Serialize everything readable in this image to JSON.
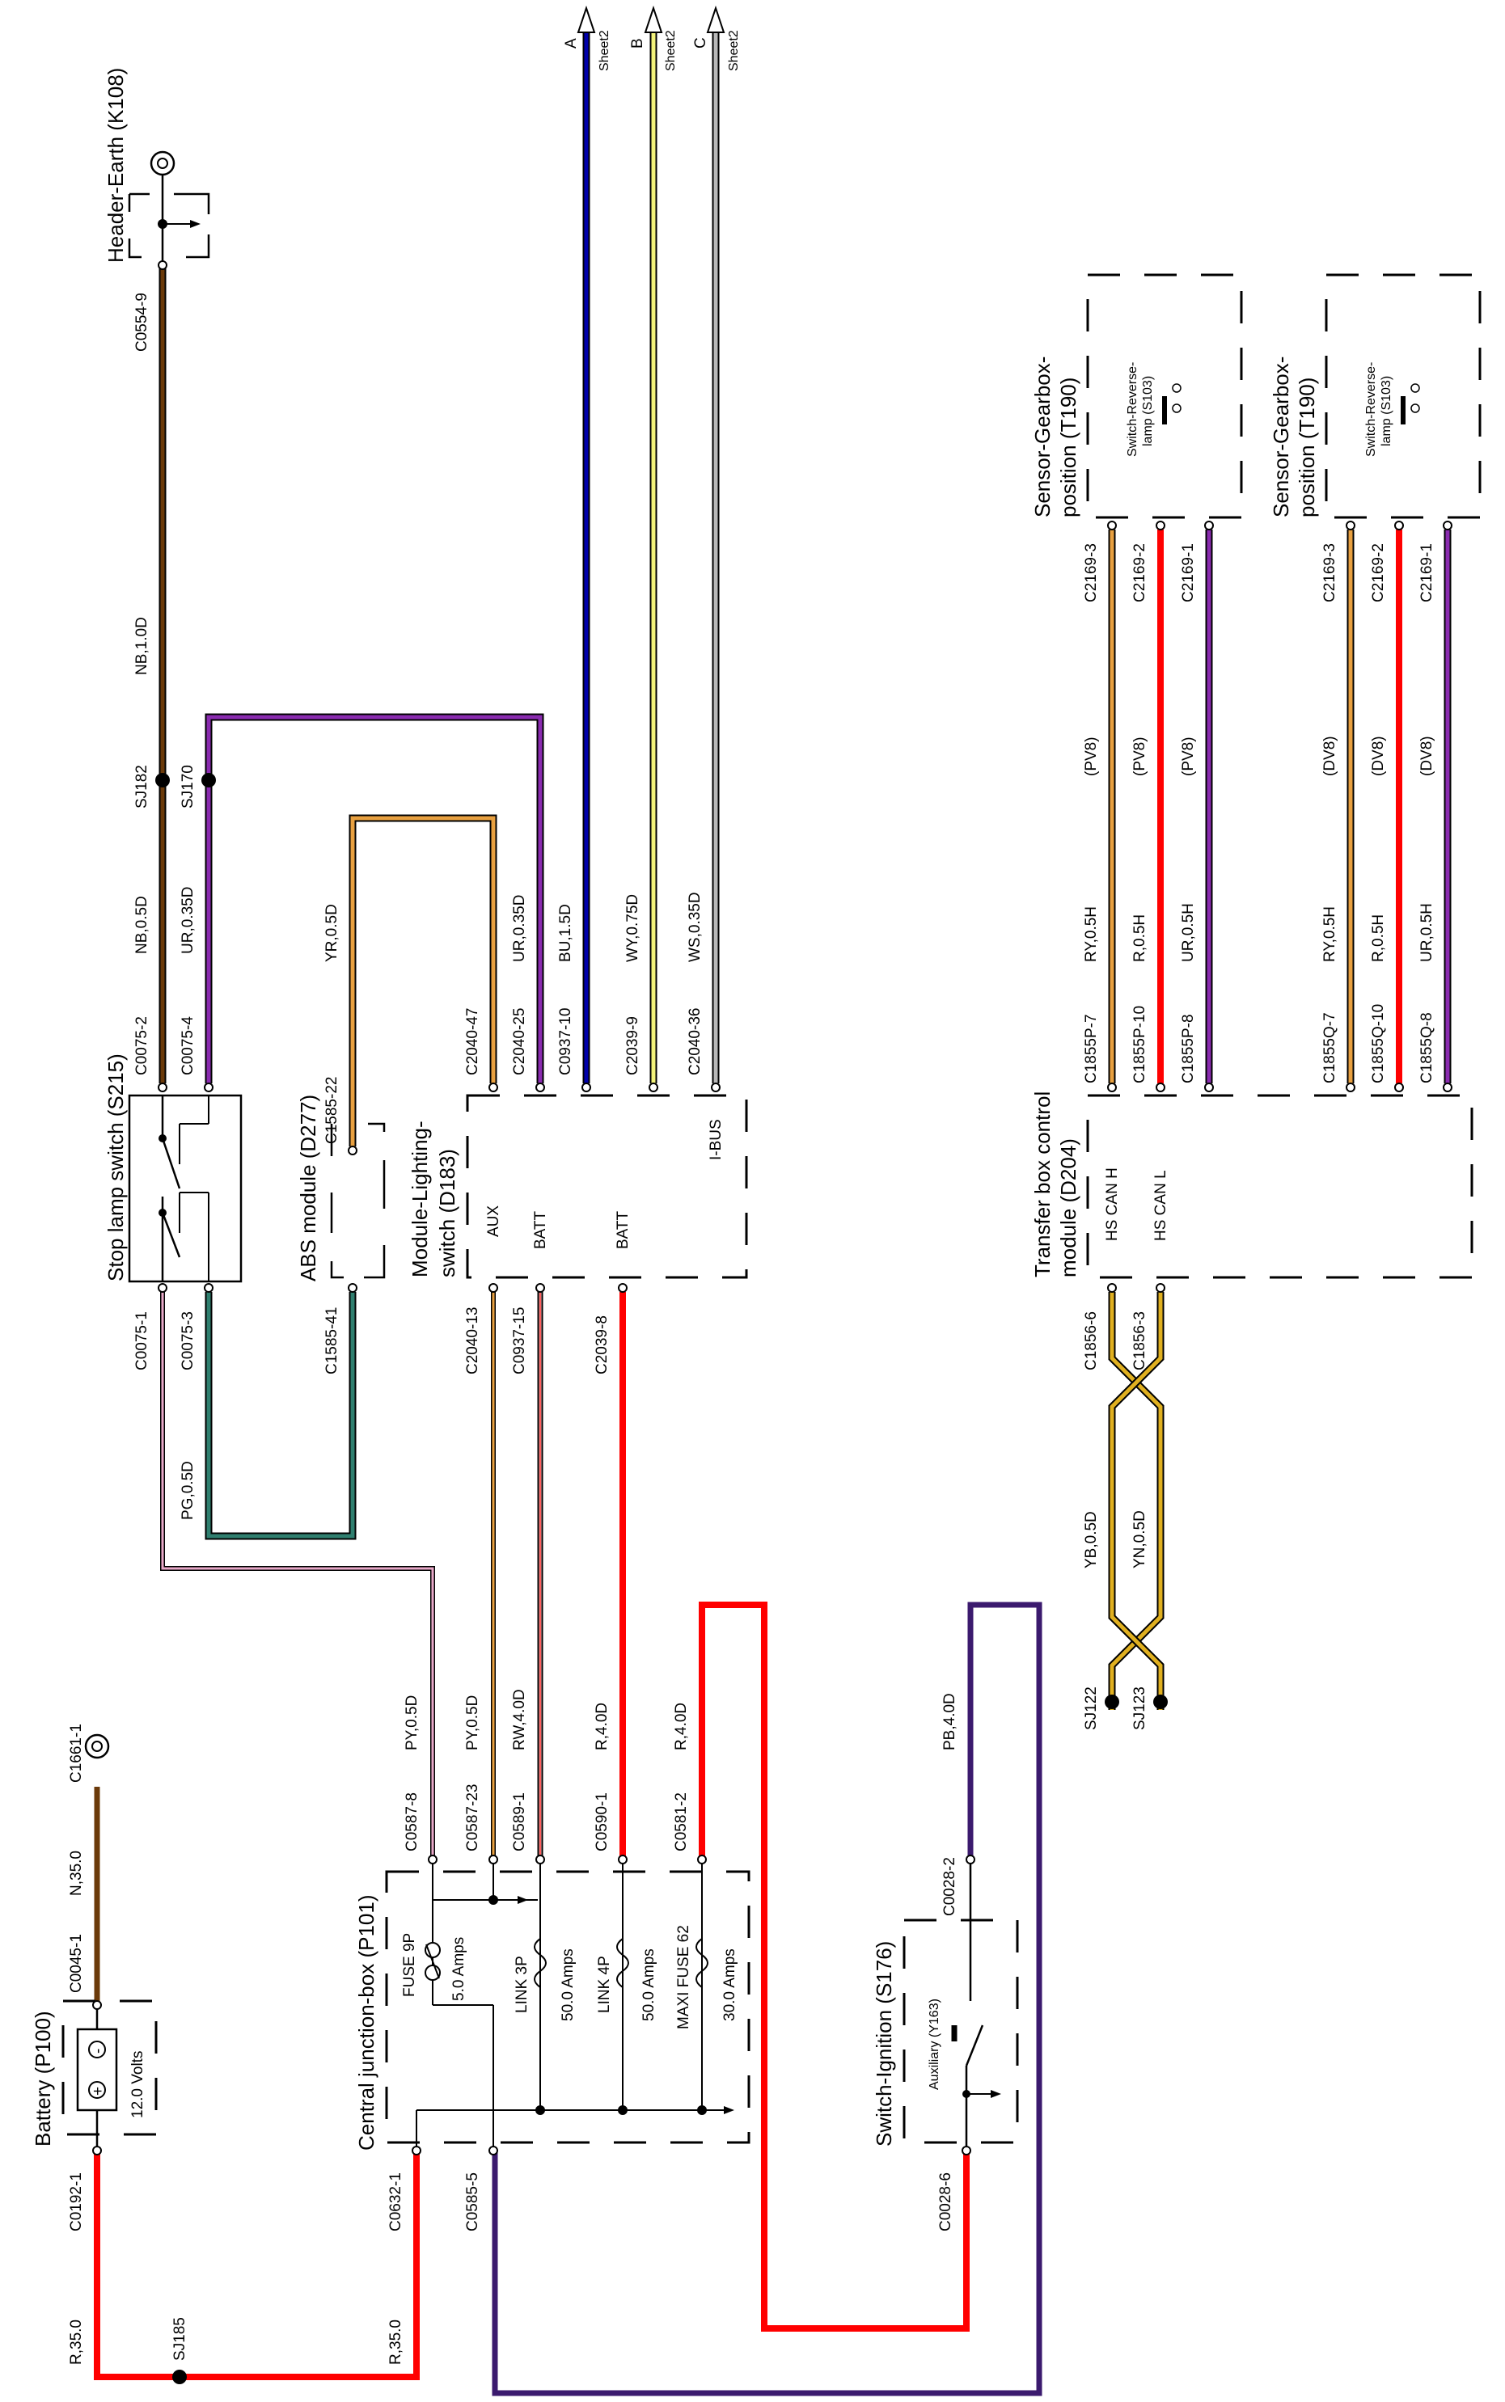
{
  "components": {
    "battery": {
      "title": "Battery (P100)",
      "voltage": "12.0 Volts",
      "plus": "+",
      "minus": "-"
    },
    "header_earth": {
      "title": "Header-Earth (K108)"
    },
    "stop_lamp_switch": {
      "title": "Stop lamp switch (S215)"
    },
    "abs_module": {
      "title": "ABS module (D277)"
    },
    "lighting_switch": {
      "title_line1": "Module-Lighting-",
      "title_line2": "switch (D183)",
      "pin_aux": "AUX",
      "pin_batt1": "BATT",
      "pin_batt2": "BATT",
      "pin_ibus": "I-BUS"
    },
    "central_junction": {
      "title": "Central junction-box (P101)",
      "fuse1_name": "FUSE 9P",
      "fuse1_rating": "5.0 Amps",
      "fuse2_name": "LINK 3P",
      "fuse2_rating": "50.0 Amps",
      "fuse3_name": "LINK 4P",
      "fuse3_rating": "50.0 Amps",
      "fuse4_name": "MAXI FUSE 62",
      "fuse4_rating": "30.0 Amps"
    },
    "ignition_switch": {
      "title": "Switch-Ignition (S176)",
      "aux_label": "Auxiliary (Y163)"
    },
    "transfer_box": {
      "title_line1": "Transfer box control",
      "title_line2": "module (D204)",
      "pin_can_h": "HS CAN H",
      "pin_can_l": "HS CAN L"
    },
    "gearbox_sensor_1": {
      "title_line1": "Sensor-Gearbox-",
      "title_line2": "position (T190)",
      "sub_line1": "Switch-Reverse-",
      "sub_line2": "lamp (S103)"
    },
    "gearbox_sensor_2": {
      "title_line1": "Sensor-Gearbox-",
      "title_line2": "position (T190)",
      "sub_line1": "Switch-Reverse-",
      "sub_line2": "lamp (S103)"
    }
  },
  "sheet_refs": [
    {
      "letter": "A",
      "sheet": "Sheet2"
    },
    {
      "letter": "B",
      "sheet": "Sheet2"
    },
    {
      "letter": "C",
      "sheet": "Sheet2"
    }
  ],
  "connectors": {
    "c0554_9": "C0554-9",
    "c0075_2": "C0075-2",
    "c0075_4": "C0075-4",
    "c0075_1": "C0075-1",
    "c0075_3": "C0075-3",
    "c1585_22": "C1585-22",
    "c1585_41": "C1585-41",
    "c2040_47": "C2040-47",
    "c2040_25": "C2040-25",
    "c0937_10": "C0937-10",
    "c2039_9": "C2039-9",
    "c2040_36": "C2040-36",
    "c2040_13": "C2040-13",
    "c0937_15": "C0937-15",
    "c2039_8": "C2039-8",
    "c0587_8": "C0587-8",
    "c0587_23": "C0587-23",
    "c0589_1": "C0589-1",
    "c0590_1": "C0590-1",
    "c0581_2": "C0581-2",
    "c0632_1": "C0632-1",
    "c0585_5": "C0585-5",
    "c0192_1": "C0192-1",
    "c0045_1": "C0045-1",
    "c1661_1": "C1661-1",
    "c0028_6": "C0028-6",
    "c0028_2": "C0028-2",
    "c1856_6": "C1856-6",
    "c1856_3": "C1856-3",
    "c1855p_7": "C1855P-7",
    "c1855p_10": "C1855P-10",
    "c1855p_8": "C1855P-8",
    "c1855q_7": "C1855Q-7",
    "c1855q_10": "C1855Q-10",
    "c1855q_8": "C1855Q-8",
    "c2169_3a": "C2169-3",
    "c2169_2a": "C2169-2",
    "c2169_1a": "C2169-1",
    "c2169_3b": "C2169-3",
    "c2169_2b": "C2169-2",
    "c2169_1b": "C2169-1"
  },
  "splices": {
    "sj182": "SJ182",
    "sj170": "SJ170",
    "sj185": "SJ185",
    "sj122": "SJ122",
    "sj123": "SJ123"
  },
  "wires": {
    "nb_1_0d": "NB,1.0D",
    "nb_0_5d": "NB,0.5D",
    "ur_0_35d_a": "UR,0.35D",
    "ur_0_35d_b": "UR,0.35D",
    "yr_0_5d": "YR,0.5D",
    "bu_1_5d": "BU,1.5D",
    "wy_0_75d": "WY,0.75D",
    "ws_0_35d": "WS,0.35D",
    "pg_0_5d": "PG,0.5D",
    "py_0_5d_a": "PY,0.5D",
    "py_0_5d_b": "PY,0.5D",
    "rw_4_0d": "RW,4.0D",
    "r_4_0d_a": "R,4.0D",
    "r_4_0d_b": "R,4.0D",
    "pb_4_0d": "PB,4.0D",
    "r_35_0_a": "R,35.0",
    "r_35_0_b": "R,35.0",
    "n_35_0": "N,35.0",
    "yb_0_5d": "YB,0.5D",
    "yn_0_5d": "YN,0.5D",
    "ry_0_5h_a": "RY,0.5H",
    "r_0_5h_a": "R,0.5H",
    "ur_0_5h_a": "UR,0.5H",
    "ry_0_5h_b": "RY,0.5H",
    "r_0_5h_b": "R,0.5H",
    "ur_0_5h_b": "UR,0.5H",
    "pv8_1": "(PV8)",
    "pv8_2": "(PV8)",
    "pv8_3": "(PV8)",
    "dv8_1": "(DV8)",
    "dv8_2": "(DV8)",
    "dv8_3": "(DV8)"
  },
  "colors": {
    "red": "#ff0000",
    "blue": "#0000aa",
    "yellow": "#f2f27a",
    "grey": "#b8b8b8",
    "brown": "#6b3a0a",
    "purple": "#8a2bb0",
    "orange": "#e8a040",
    "darkpurple": "#3b1a6e",
    "pink": "#e8a8c8",
    "teal": "#2f7f6f"
  }
}
